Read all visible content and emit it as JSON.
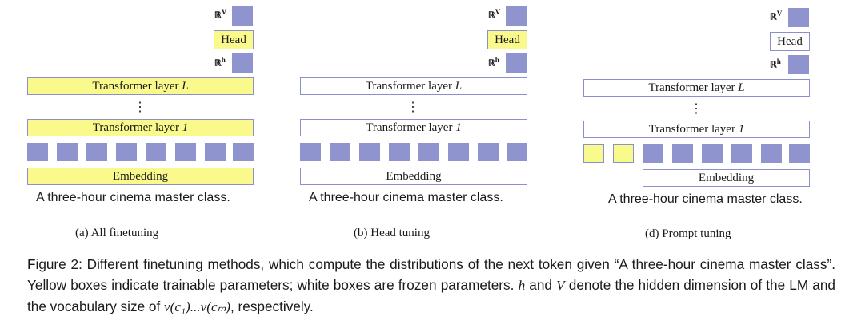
{
  "symbols": {
    "vocab": "ℝ",
    "vocab_sup": "V",
    "hidden": "ℝ",
    "hidden_sup": "h"
  },
  "panels": [
    {
      "id": "a",
      "head_label": "Head",
      "layer_top_label": "Transformer layer",
      "layer_top_var": "L",
      "layer_bottom_label": "Transformer layer",
      "layer_bottom_var": "1",
      "dots": "⋮",
      "embedding_label": "Embedding",
      "sentence": "A three-hour cinema master class.",
      "subcaption": "(a) All finetuning"
    },
    {
      "id": "b",
      "head_label": "Head",
      "layer_top_label": "Transformer layer",
      "layer_top_var": "L",
      "layer_bottom_label": "Transformer layer",
      "layer_bottom_var": "1",
      "dots": "⋮",
      "embedding_label": "Embedding",
      "sentence": "A three-hour cinema master class.",
      "subcaption": "(b) Head tuning"
    },
    {
      "id": "d",
      "head_label": "Head",
      "layer_top_label": "Transformer layer",
      "layer_top_var": "L",
      "layer_bottom_label": "Transformer layer",
      "layer_bottom_var": "1",
      "dots": "⋮",
      "embedding_label": "Embedding",
      "sentence": "A three-hour cinema master class.",
      "subcaption": "(d) Prompt tuning"
    }
  ],
  "caption": {
    "part1": "Figure 2: Different finetuning methods, which compute the distributions of the next token given “A three-hour cinema master class”. Yellow boxes indicate trainable parameters; white boxes are frozen parameters. ",
    "h": "h",
    "and": " and ",
    "V": "V",
    "part2": " denote the hidden dimension of the LM and the vocabulary size of ",
    "vrange": "v(c₁)...v(cₘ)",
    "part3": ", respectively."
  },
  "colors": {
    "trainable": "#fafa8c",
    "frozen": "#ffffff",
    "token": "#8f94cf",
    "border": "#8a8fcf"
  }
}
